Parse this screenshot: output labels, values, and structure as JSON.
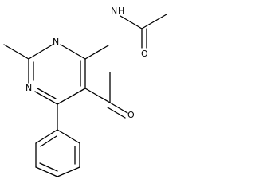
{
  "molecule": {
    "atoms": {
      "n_amide": "N",
      "h_amide": "H",
      "o_amide": "O",
      "n_ring_top": "N",
      "n_ring_left": "N",
      "o_acetyl": "O"
    },
    "colors": {
      "bond": "#000000",
      "label": "#000000",
      "background": "#ffffff"
    }
  }
}
